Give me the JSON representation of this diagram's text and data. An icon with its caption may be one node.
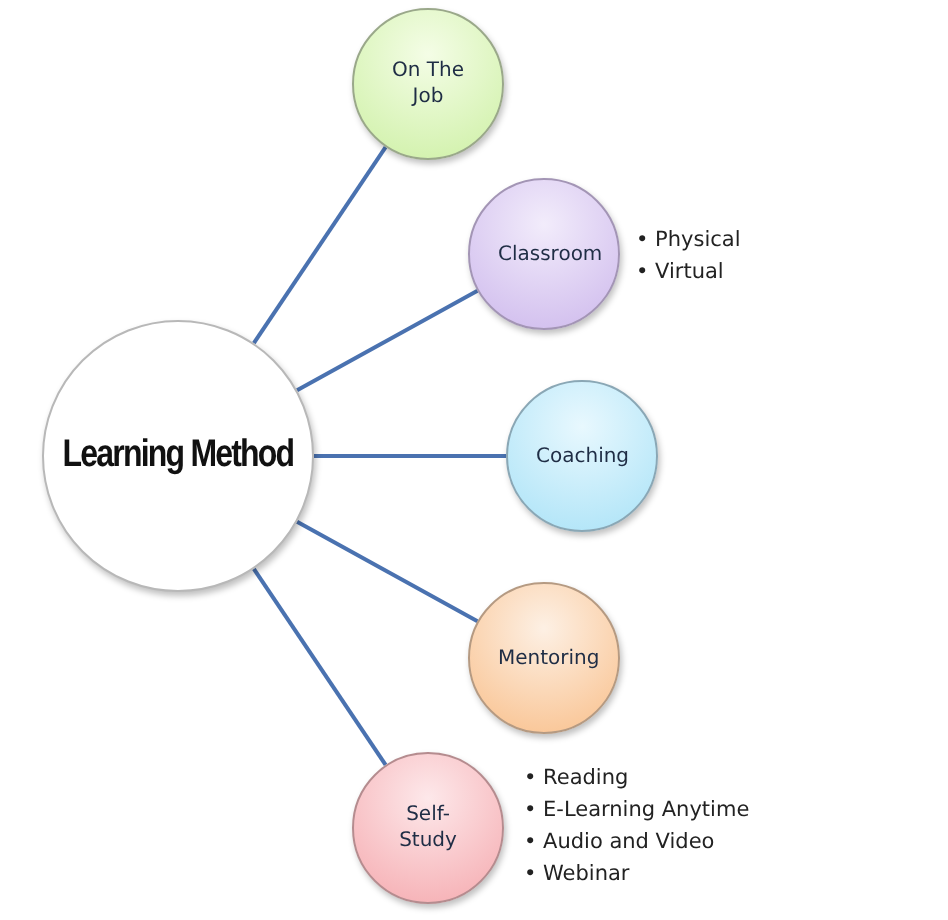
{
  "diagram": {
    "nodes": [
      {
        "text": [
          "Learning Method"
        ]
      },
      {
        "text": [
          "On The Job"
        ]
      },
      {
        "text": [
          "Classroom"
        ],
        "beside": [
          "• Physical",
          "• Virtual"
        ]
      },
      {
        "text": [
          "Coaching"
        ]
      },
      {
        "text": [
          "Mentoring"
        ]
      },
      {
        "text": [
          "Self-Study"
        ],
        "beside": [
          "• Reading",
          "• E-Learning Anytime",
          "• Audio and Video",
          "• Webinar"
        ]
      }
    ],
    "edges": [
      {
        "from": 0,
        "to": 1,
        "arrow": "none"
      },
      {
        "from": 0,
        "to": 2,
        "arrow": "none"
      },
      {
        "from": 0,
        "to": 3,
        "arrow": "none"
      },
      {
        "from": 0,
        "to": 4,
        "arrow": "none"
      },
      {
        "from": 0,
        "to": 5,
        "arrow": "none"
      }
    ]
  }
}
